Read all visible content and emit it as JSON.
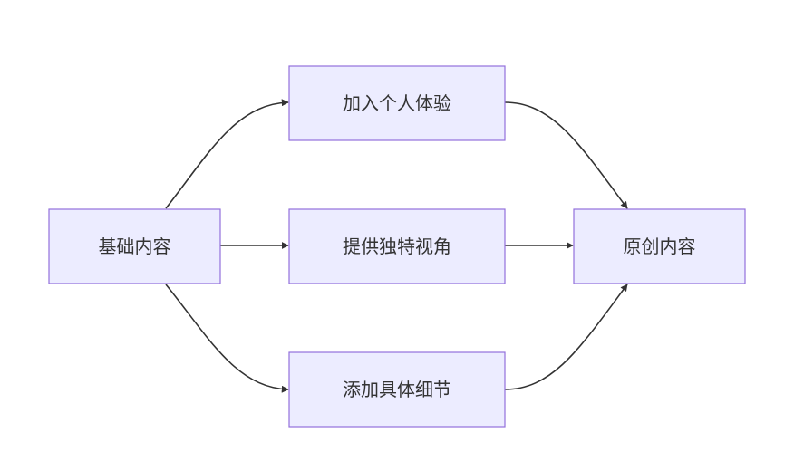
{
  "diagram": {
    "type": "flowchart",
    "nodes": {
      "base": {
        "label": "基础内容"
      },
      "personal": {
        "label": "加入个人体验"
      },
      "unique": {
        "label": "提供独特视角"
      },
      "detail": {
        "label": "添加具体细节"
      },
      "original": {
        "label": "原创内容"
      }
    },
    "edges": [
      {
        "from": "base",
        "to": "personal"
      },
      {
        "from": "base",
        "to": "unique"
      },
      {
        "from": "base",
        "to": "detail"
      },
      {
        "from": "personal",
        "to": "original"
      },
      {
        "from": "unique",
        "to": "original"
      },
      {
        "from": "detail",
        "to": "original"
      }
    ],
    "colors": {
      "node_fill": "#ECECFF",
      "node_stroke": "#9370DB",
      "edge": "#333333",
      "text": "#333333"
    }
  }
}
